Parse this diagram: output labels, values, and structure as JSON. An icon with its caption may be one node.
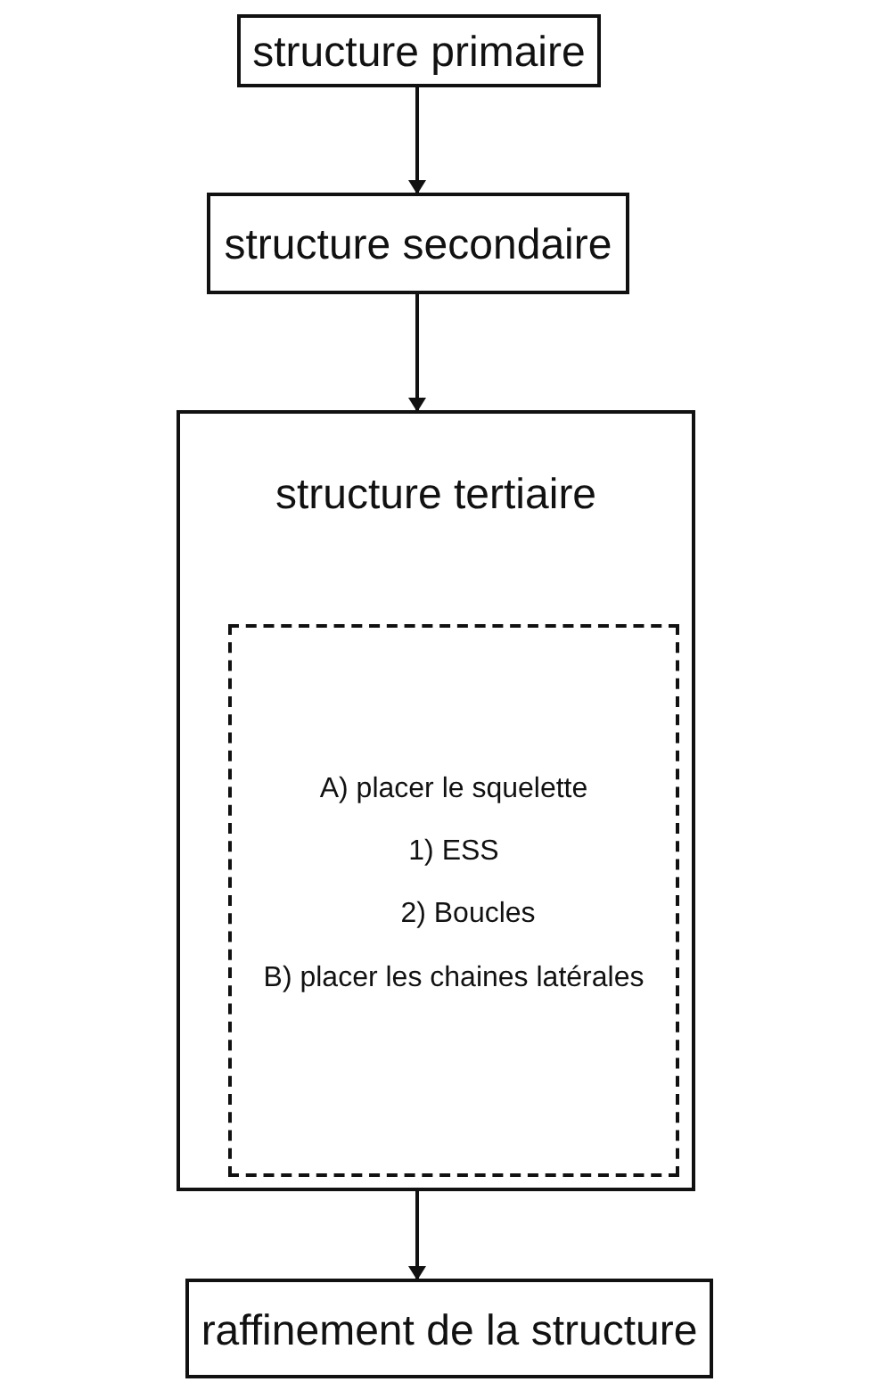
{
  "diagram": {
    "nodes": [
      {
        "text": [
          "structure primaire"
        ]
      },
      {
        "text": [
          "structure secondaire"
        ]
      },
      {
        "text": [
          "structure tertiaire"
        ]
      },
      {
        "text": [
          "A) placer le squelette",
          "1) ESS",
          "2) Boucles",
          "B) placer les chaines latérales"
        ],
        "in": 2
      },
      {
        "text": [
          "raffinement de la structure"
        ]
      }
    ],
    "edges": [
      {
        "from": 0,
        "to": 1,
        "arrow": "to"
      },
      {
        "from": 1,
        "to": 2,
        "arrow": "to"
      },
      {
        "from": 2,
        "to": 4,
        "arrow": "to"
      }
    ]
  }
}
